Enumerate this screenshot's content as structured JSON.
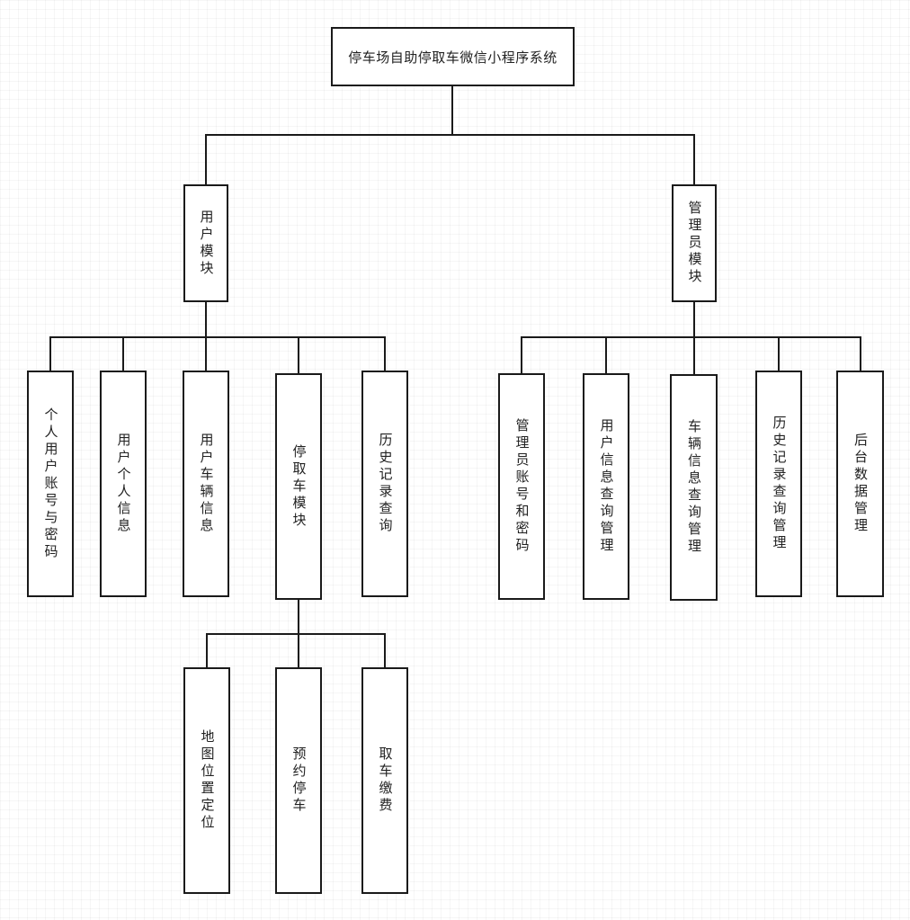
{
  "diagram": {
    "root": {
      "id": "root",
      "label": "停车场自助停取车微信小程序系统"
    },
    "modules": [
      {
        "id": "user_module",
        "label": "用户模块",
        "parent": "root"
      },
      {
        "id": "admin_module",
        "label": "管理员模块",
        "parent": "root"
      }
    ],
    "user_children": [
      {
        "id": "u1",
        "label": "个人用户账号与密码",
        "parent": "user_module"
      },
      {
        "id": "u2",
        "label": "用户个人信息",
        "parent": "user_module"
      },
      {
        "id": "u3",
        "label": "用户车辆信息",
        "parent": "user_module"
      },
      {
        "id": "u4",
        "label": "停取车模块",
        "parent": "user_module"
      },
      {
        "id": "u5",
        "label": "历史记录查询",
        "parent": "user_module"
      }
    ],
    "parking_children": [
      {
        "id": "p1",
        "label": "地图位置定位",
        "parent": "u4"
      },
      {
        "id": "p2",
        "label": "预约停车",
        "parent": "u4"
      },
      {
        "id": "p3",
        "label": "取车缴费",
        "parent": "u4"
      }
    ],
    "admin_children": [
      {
        "id": "a1",
        "label": "管理员账号和密码",
        "parent": "admin_module"
      },
      {
        "id": "a2",
        "label": "用户信息查询管理",
        "parent": "admin_module"
      },
      {
        "id": "a3",
        "label": "车辆信息查询管理",
        "parent": "admin_module"
      },
      {
        "id": "a4",
        "label": "历史记录查询管理",
        "parent": "admin_module"
      },
      {
        "id": "a5",
        "label": "后台数据管理",
        "parent": "admin_module"
      }
    ]
  }
}
